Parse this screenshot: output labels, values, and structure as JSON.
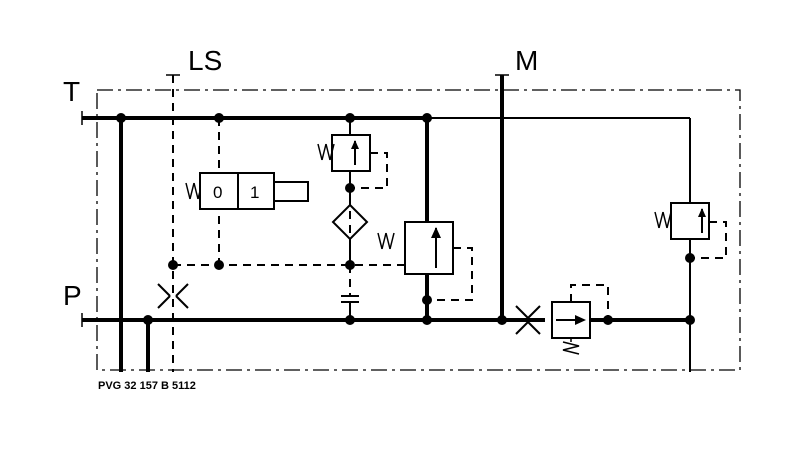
{
  "ports": {
    "t": "T",
    "p": "P",
    "ls": "LS",
    "m": "M"
  },
  "part_number": "PVG 32 157 B 5112",
  "valve": {
    "state_0": "0",
    "state_1": "1"
  }
}
